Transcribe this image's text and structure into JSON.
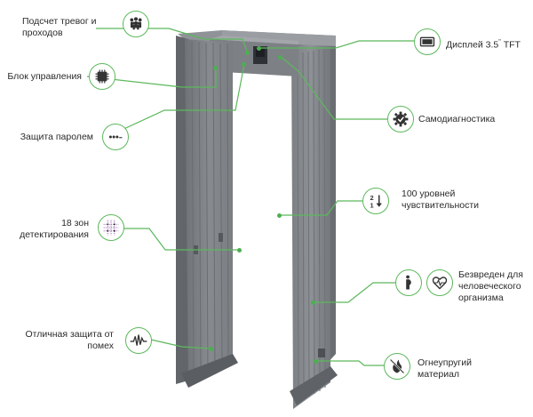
{
  "labels": {
    "alarm_counter": "Подсчет тревог и проходов",
    "control_unit": "Блок управления",
    "password": "Защита паролем",
    "zones": "18 зон детектирования",
    "interference": "Отличная защита от помех",
    "display_main": "Дисплей 3.5",
    "display_unit": "TFT",
    "selfdiag": "Самодиагностика",
    "sensitivity": "100 уровней чувствительности",
    "harmless": "Безвреден для человеческого организма",
    "fireproof": "Огнеупругий материал"
  },
  "icons": {
    "alarm_counter": "people-group-icon",
    "control_unit": "chip-icon",
    "password": "password-dots-icon",
    "zones": "grid-zones-icon",
    "interference": "signal-wave-icon",
    "display": "display-screen-icon",
    "selfdiag": "gear-check-icon",
    "sensitivity": "sort-levels-icon",
    "harmless_person": "pregnant-person-icon",
    "harmless_heart": "heart-pulse-icon",
    "fireproof": "flame-crossed-icon"
  },
  "colors": {
    "accent": "#5cb85c",
    "frame": "#7e8286",
    "frame_dark": "#5f6367"
  }
}
